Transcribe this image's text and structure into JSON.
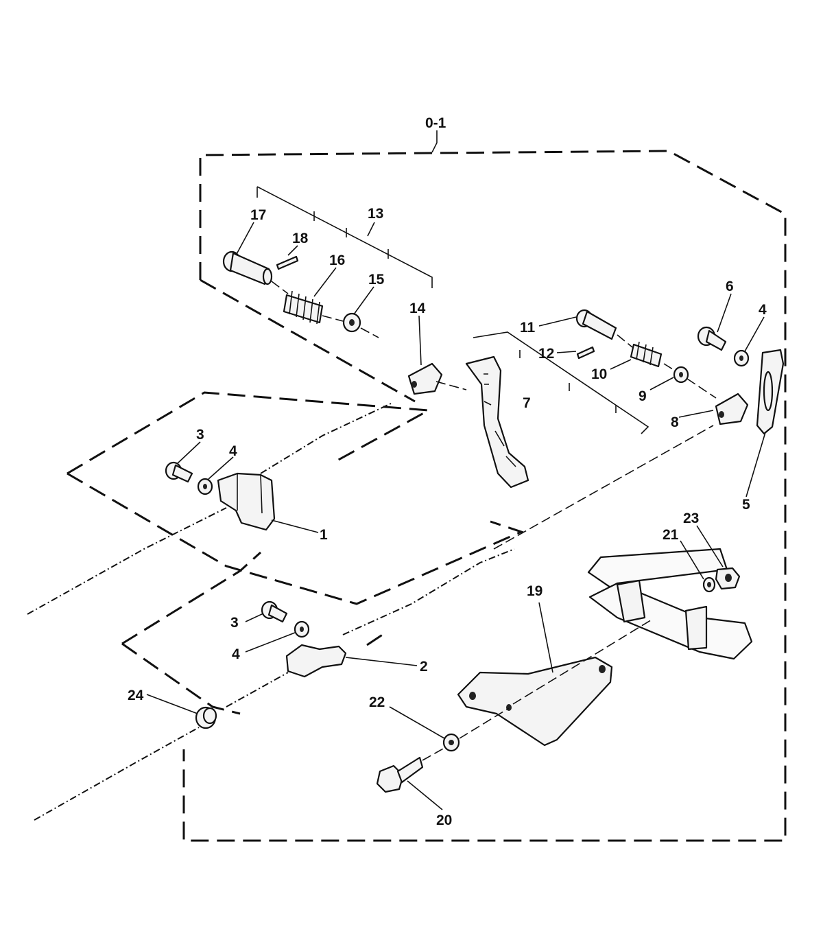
{
  "callouts": {
    "c01": "0-1",
    "c1": "1",
    "c2": "2",
    "c3a": "3",
    "c3b": "3",
    "c4a": "4",
    "c4b": "4",
    "c4c": "4",
    "c5": "5",
    "c6": "6",
    "c7": "7",
    "c8": "8",
    "c9": "9",
    "c10": "10",
    "c11": "11",
    "c12": "12",
    "c13": "13",
    "c14": "14",
    "c15": "15",
    "c16": "16",
    "c17": "17",
    "c18": "18",
    "c19": "19",
    "c20": "20",
    "c21": "21",
    "c22": "22",
    "c23": "23",
    "c24": "24"
  }
}
